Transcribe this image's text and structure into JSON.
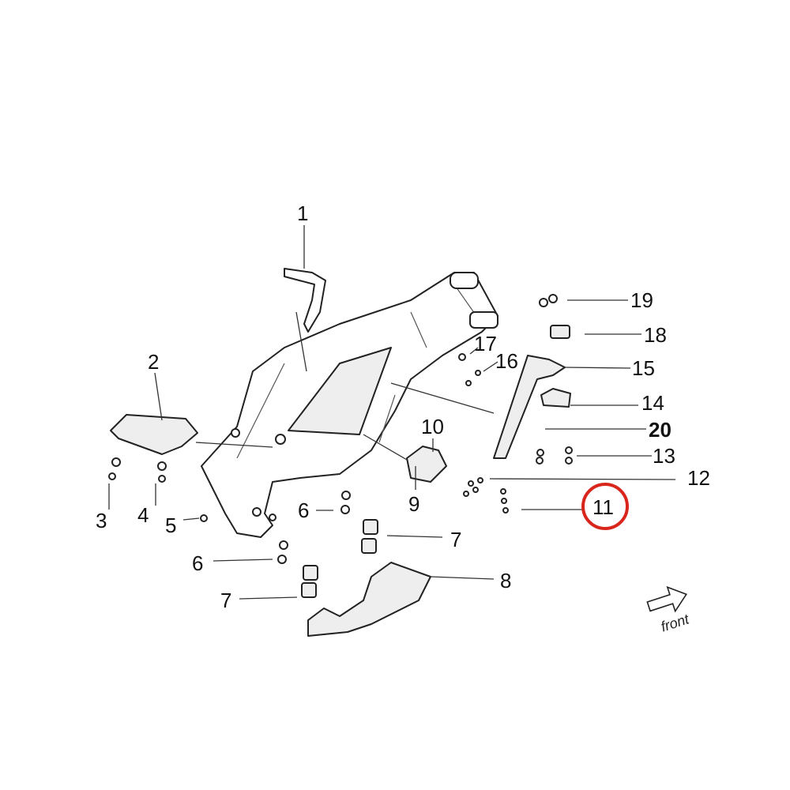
{
  "diagram": {
    "callouts": [
      {
        "id": "c1",
        "text": "1"
      },
      {
        "id": "c2",
        "text": "2"
      },
      {
        "id": "c3",
        "text": "3"
      },
      {
        "id": "c4",
        "text": "4"
      },
      {
        "id": "c5",
        "text": "5"
      },
      {
        "id": "c6a",
        "text": "6"
      },
      {
        "id": "c6b",
        "text": "6"
      },
      {
        "id": "c7a",
        "text": "7"
      },
      {
        "id": "c7b",
        "text": "7"
      },
      {
        "id": "c8",
        "text": "8"
      },
      {
        "id": "c9",
        "text": "9"
      },
      {
        "id": "c10",
        "text": "10"
      },
      {
        "id": "c11",
        "text": "11"
      },
      {
        "id": "c12",
        "text": "12"
      },
      {
        "id": "c13",
        "text": "13"
      },
      {
        "id": "c14",
        "text": "14"
      },
      {
        "id": "c15",
        "text": "15"
      },
      {
        "id": "c16",
        "text": "16"
      },
      {
        "id": "c17",
        "text": "17"
      },
      {
        "id": "c18",
        "text": "18"
      },
      {
        "id": "c19",
        "text": "19"
      },
      {
        "id": "c20",
        "text": "20"
      }
    ],
    "highlighted": "11",
    "highlight_color": "#d9261c",
    "direction_label": "front"
  }
}
